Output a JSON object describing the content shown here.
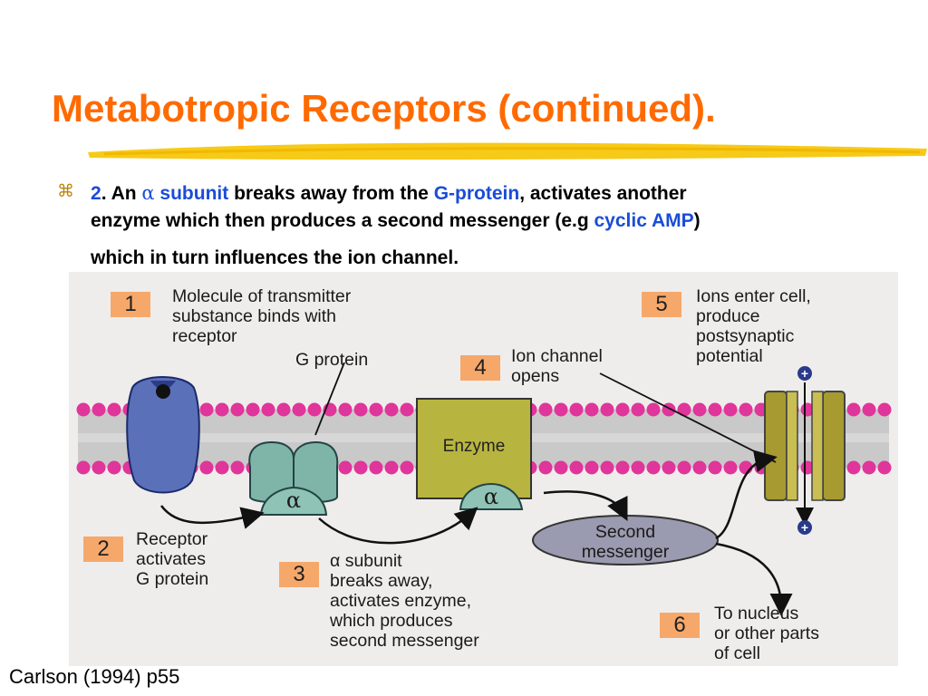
{
  "slide": {
    "title": "Metabotropic Receptors (continued).",
    "bullet": {
      "glyph": "⌘",
      "num": "2",
      "dot": ". An ",
      "alpha": "α",
      "subunit": " subunit",
      "t1": " breaks away from the ",
      "gprotein": "G-protein",
      "t2": ", activates another",
      "line2": "enzyme which then produces a second messenger (e.g ",
      "camp": "cyclic AMP",
      "close": ")",
      "line3": "which in turn influences the ion channel."
    },
    "caption": "Carlson (1994) p55"
  },
  "figure": {
    "steps": [
      {
        "num": "1",
        "text": "Molecule of transmitter\nsubstance binds with\nreceptor"
      },
      {
        "num": "2",
        "text": "Receptor\nactivates\nG protein"
      },
      {
        "num": "3",
        "text": "α subunit\nbreaks away,\nactivates enzyme,\nwhich produces\nsecond messenger"
      },
      {
        "num": "4",
        "text": "Ion channel\nopens"
      },
      {
        "num": "5",
        "text": "Ions enter cell,\nproduce\npostsynaptic\npotential"
      },
      {
        "num": "6",
        "text": "To nucleus\nor other parts\nof cell"
      }
    ],
    "g_protein_label": "G protein",
    "enzyme_label": "Enzyme",
    "second_messenger_label": "Second\nmessenger",
    "alpha": "α",
    "plus": "+"
  },
  "colors": {
    "title": "#ff6a00",
    "highlight": "#1a4cd8",
    "step_box": "#f6a86b",
    "membrane_head": "#e0359a",
    "membrane_tail": "#b4b4b4",
    "receptor": "#5a70b8",
    "g_protein": "#7fb5a8",
    "enzyme": "#b8b440",
    "second_messenger": "#9a9ab0",
    "channel": "#a69a30"
  },
  "icons": {
    "bullet": "command-icon"
  }
}
